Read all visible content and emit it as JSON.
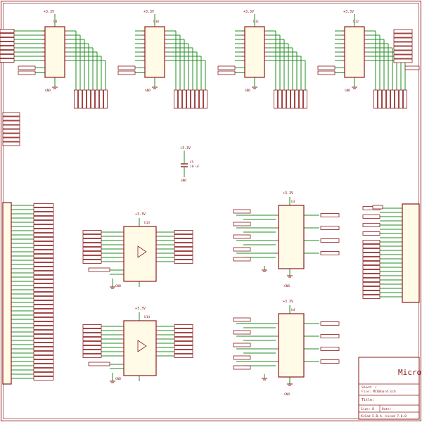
{
  "colors": {
    "wire": "#1f8c1f",
    "component": "#8b1a1a",
    "component_fill": "#fffbe6",
    "border": "#8b1a1a",
    "background": "#ffffff"
  },
  "top_latches": [
    {
      "ref": "U8",
      "power": "+3.3V",
      "gnd": "GND"
    },
    {
      "ref": "U10",
      "power": "+3.3V",
      "gnd": "GND"
    },
    {
      "ref": "U11",
      "power": "+3.3V",
      "gnd": "GND"
    },
    {
      "ref": "U12",
      "power": "+3.3V",
      "gnd": "GND"
    }
  ],
  "decoupling_cap": {
    "power": "+3.3V",
    "ref": "C5",
    "value": "10 uF",
    "gnd": "GND"
  },
  "buffers": [
    {
      "ref": "U13",
      "power": "+3.3V",
      "gnd": "GND"
    },
    {
      "ref": "U14",
      "power": "+3.3V",
      "gnd": "GND"
    }
  ],
  "muxes": [
    {
      "ref": "U3",
      "power": "+3.3V",
      "gnd": "GND"
    },
    {
      "ref": "U4",
      "power": "+3.3V",
      "gnd": "GND"
    }
  ],
  "title_block": {
    "title_text": "MicroC",
    "sheet_label": "Sheet: /",
    "file_label": "File: MCUBoard.sch",
    "title_label": "Title:",
    "size_label": "Size: B",
    "date_label": "Date:",
    "kicad_label": "KiCad E.D.A.",
    "id_label": "kicad 7.0.0"
  }
}
